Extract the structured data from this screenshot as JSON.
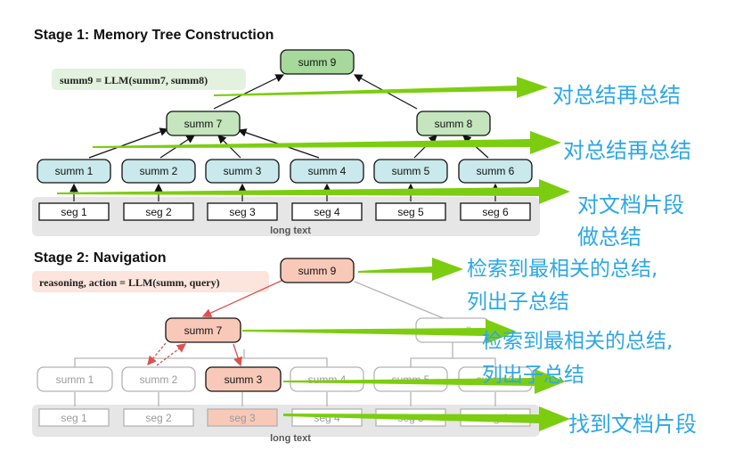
{
  "stage1": {
    "title": "Stage 1: Memory Tree Construction",
    "formula": "summ9 = LLM(summ7, summ8)",
    "top": "summ 9",
    "mid": [
      "summ 7",
      "summ 8"
    ],
    "leaves": [
      "summ 1",
      "summ 2",
      "summ 3",
      "summ 4",
      "summ 5",
      "summ 6"
    ],
    "segs": [
      "seg 1",
      "seg 2",
      "seg 3",
      "seg 4",
      "seg 5",
      "seg 6"
    ],
    "long_text": "long text"
  },
  "stage2": {
    "title": "Stage 2: Navigation",
    "formula": "reasoning, action = LLM(summ, query)",
    "top": "summ 9",
    "mid": [
      "summ 7",
      "summ 8"
    ],
    "leaves": [
      "summ 1",
      "summ 2",
      "summ 3",
      "summ 4",
      "summ 5",
      "summ 6"
    ],
    "segs": [
      "seg 1",
      "seg 2",
      "seg 3",
      "seg 4",
      "seg 5",
      "seg 6"
    ],
    "long_text": "long text"
  },
  "annotations": {
    "a1": "对总结再总结",
    "a2": "对总结再总结",
    "a3_line1": "对文档片段",
    "a3_line2": "做总结",
    "a4_line1": "检索到最相关的总结,",
    "a4_line2": "列出子总结",
    "a5_line1": "检索到最相关的总结,",
    "a5_line2": "列出子总结",
    "a6": "找到文档片段"
  },
  "colors": {
    "green_node": "#a6d99b",
    "teal_node": "#c9e9ec",
    "salmon_node": "#f8c9b8",
    "grey_bg": "#e6e6e6",
    "annotation_blue": "#2ca7e6",
    "arrow_green": "#7ccd10",
    "nav_red": "#d9534f"
  }
}
